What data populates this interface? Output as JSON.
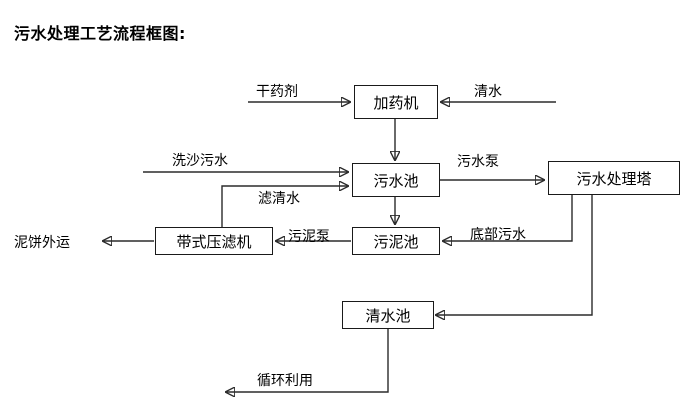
{
  "title": "污水处理工艺流程框图:",
  "nodes": [
    {
      "id": "dosing-machine",
      "label": "加药机"
    },
    {
      "id": "wastewater-pool",
      "label": "污水池"
    },
    {
      "id": "treatment-tower",
      "label": "污水处理塔"
    },
    {
      "id": "belt-filter-press",
      "label": "带式压滤机"
    },
    {
      "id": "sludge-pool",
      "label": "污泥池"
    },
    {
      "id": "clear-water-pool",
      "label": "清水池"
    }
  ],
  "edge_labels": {
    "dry_chemical": "干药剂",
    "clean_water": "清水",
    "sand_wash_wastewater": "洗沙污水",
    "filtered_clear_water": "滤清水",
    "wastewater_pump": "污水泵",
    "sludge_pump": "污泥泵",
    "bottom_wastewater": "底部污水",
    "mud_cake_transport": "泥饼外运",
    "recycling_reuse": "循环利用"
  },
  "colors": {
    "background": "#ffffff",
    "stroke": "#2b2b2b",
    "box_border": "#1a1a1a",
    "text": "#000000"
  },
  "chart_data": {
    "type": "diagram",
    "title": "污水处理工艺流程框图:",
    "nodes": [
      "加药机",
      "污水池",
      "污水处理塔",
      "带式压滤机",
      "污泥池",
      "清水池"
    ],
    "inputs": [
      "干药剂",
      "清水",
      "洗沙污水"
    ],
    "outputs": [
      "泥饼外运",
      "循环利用"
    ],
    "edges": [
      {
        "from": "干药剂",
        "to": "加药机",
        "label": ""
      },
      {
        "from": "清水",
        "to": "加药机",
        "label": ""
      },
      {
        "from": "加药机",
        "to": "污水池",
        "label": ""
      },
      {
        "from": "洗沙污水",
        "to": "污水池",
        "label": ""
      },
      {
        "from": "带式压滤机",
        "to": "污水池",
        "label": "滤清水"
      },
      {
        "from": "污水池",
        "to": "污水处理塔",
        "label": "污水泵"
      },
      {
        "from": "污水池",
        "to": "污泥池",
        "label": ""
      },
      {
        "from": "污水处理塔",
        "to": "污泥池",
        "label": "底部污水"
      },
      {
        "from": "污泥池",
        "to": "带式压滤机",
        "label": "污泥泵"
      },
      {
        "from": "带式压滤机",
        "to": "泥饼外运",
        "label": ""
      },
      {
        "from": "污水处理塔",
        "to": "清水池",
        "label": ""
      },
      {
        "from": "清水池",
        "to": "循环利用",
        "label": ""
      }
    ]
  }
}
